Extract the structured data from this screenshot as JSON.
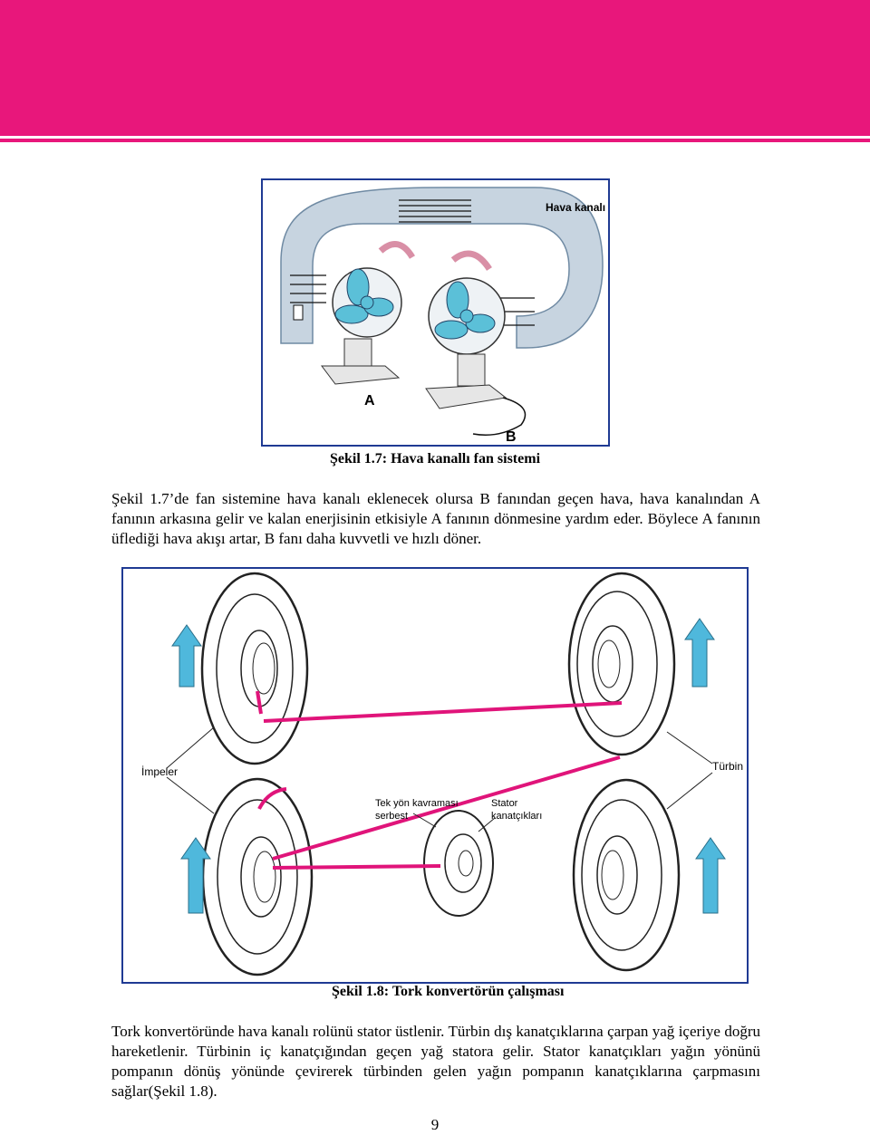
{
  "colors": {
    "header_band": "#e8177b",
    "figure_border": "#1f3a93",
    "fan_blue": "#5bc0d8",
    "arrow_pink": "#e0147a",
    "arrow_blue": "#4fb8dc"
  },
  "figure1": {
    "label_duct": "Hava kanalı",
    "label_a": "A",
    "label_b": "B",
    "caption": "Şekil 1.7: Hava kanallı fan sistemi"
  },
  "paragraph1": "Şekil 1.7’de fan sistemine hava kanalı eklenecek olursa B fanından geçen hava, hava kanalından A fanının arkasına gelir ve kalan enerjisinin etkisiyle A fanının dönmesine yardım eder. Böylece A fanının üflediği hava akışı artar, B fanı daha kuvvetli ve hızlı döner.",
  "figure2": {
    "label_impeller": "İmpeler",
    "label_turbine": "Türbin",
    "label_clutch_line1": "Tek yön kavraması",
    "label_clutch_line2": "serbest",
    "label_stator_line1": "Stator",
    "label_stator_line2": "kanatçıkları",
    "caption": "Şekil 1.8: Tork konvertörün çalışması"
  },
  "paragraph2": "Tork konvertöründe hava kanalı rolünü stator üstlenir. Türbin dış kanatçıklarına çarpan yağ içeriye doğru hareketlenir. Türbinin iç kanatçığından geçen yağ statora gelir. Stator kanatçıkları yağın yönünü pompanın dönüş yönünde çevirerek türbinden gelen yağın pompanın kanatçıklarına çarpmasını sağlar(Şekil 1.8).",
  "page_number": "9"
}
